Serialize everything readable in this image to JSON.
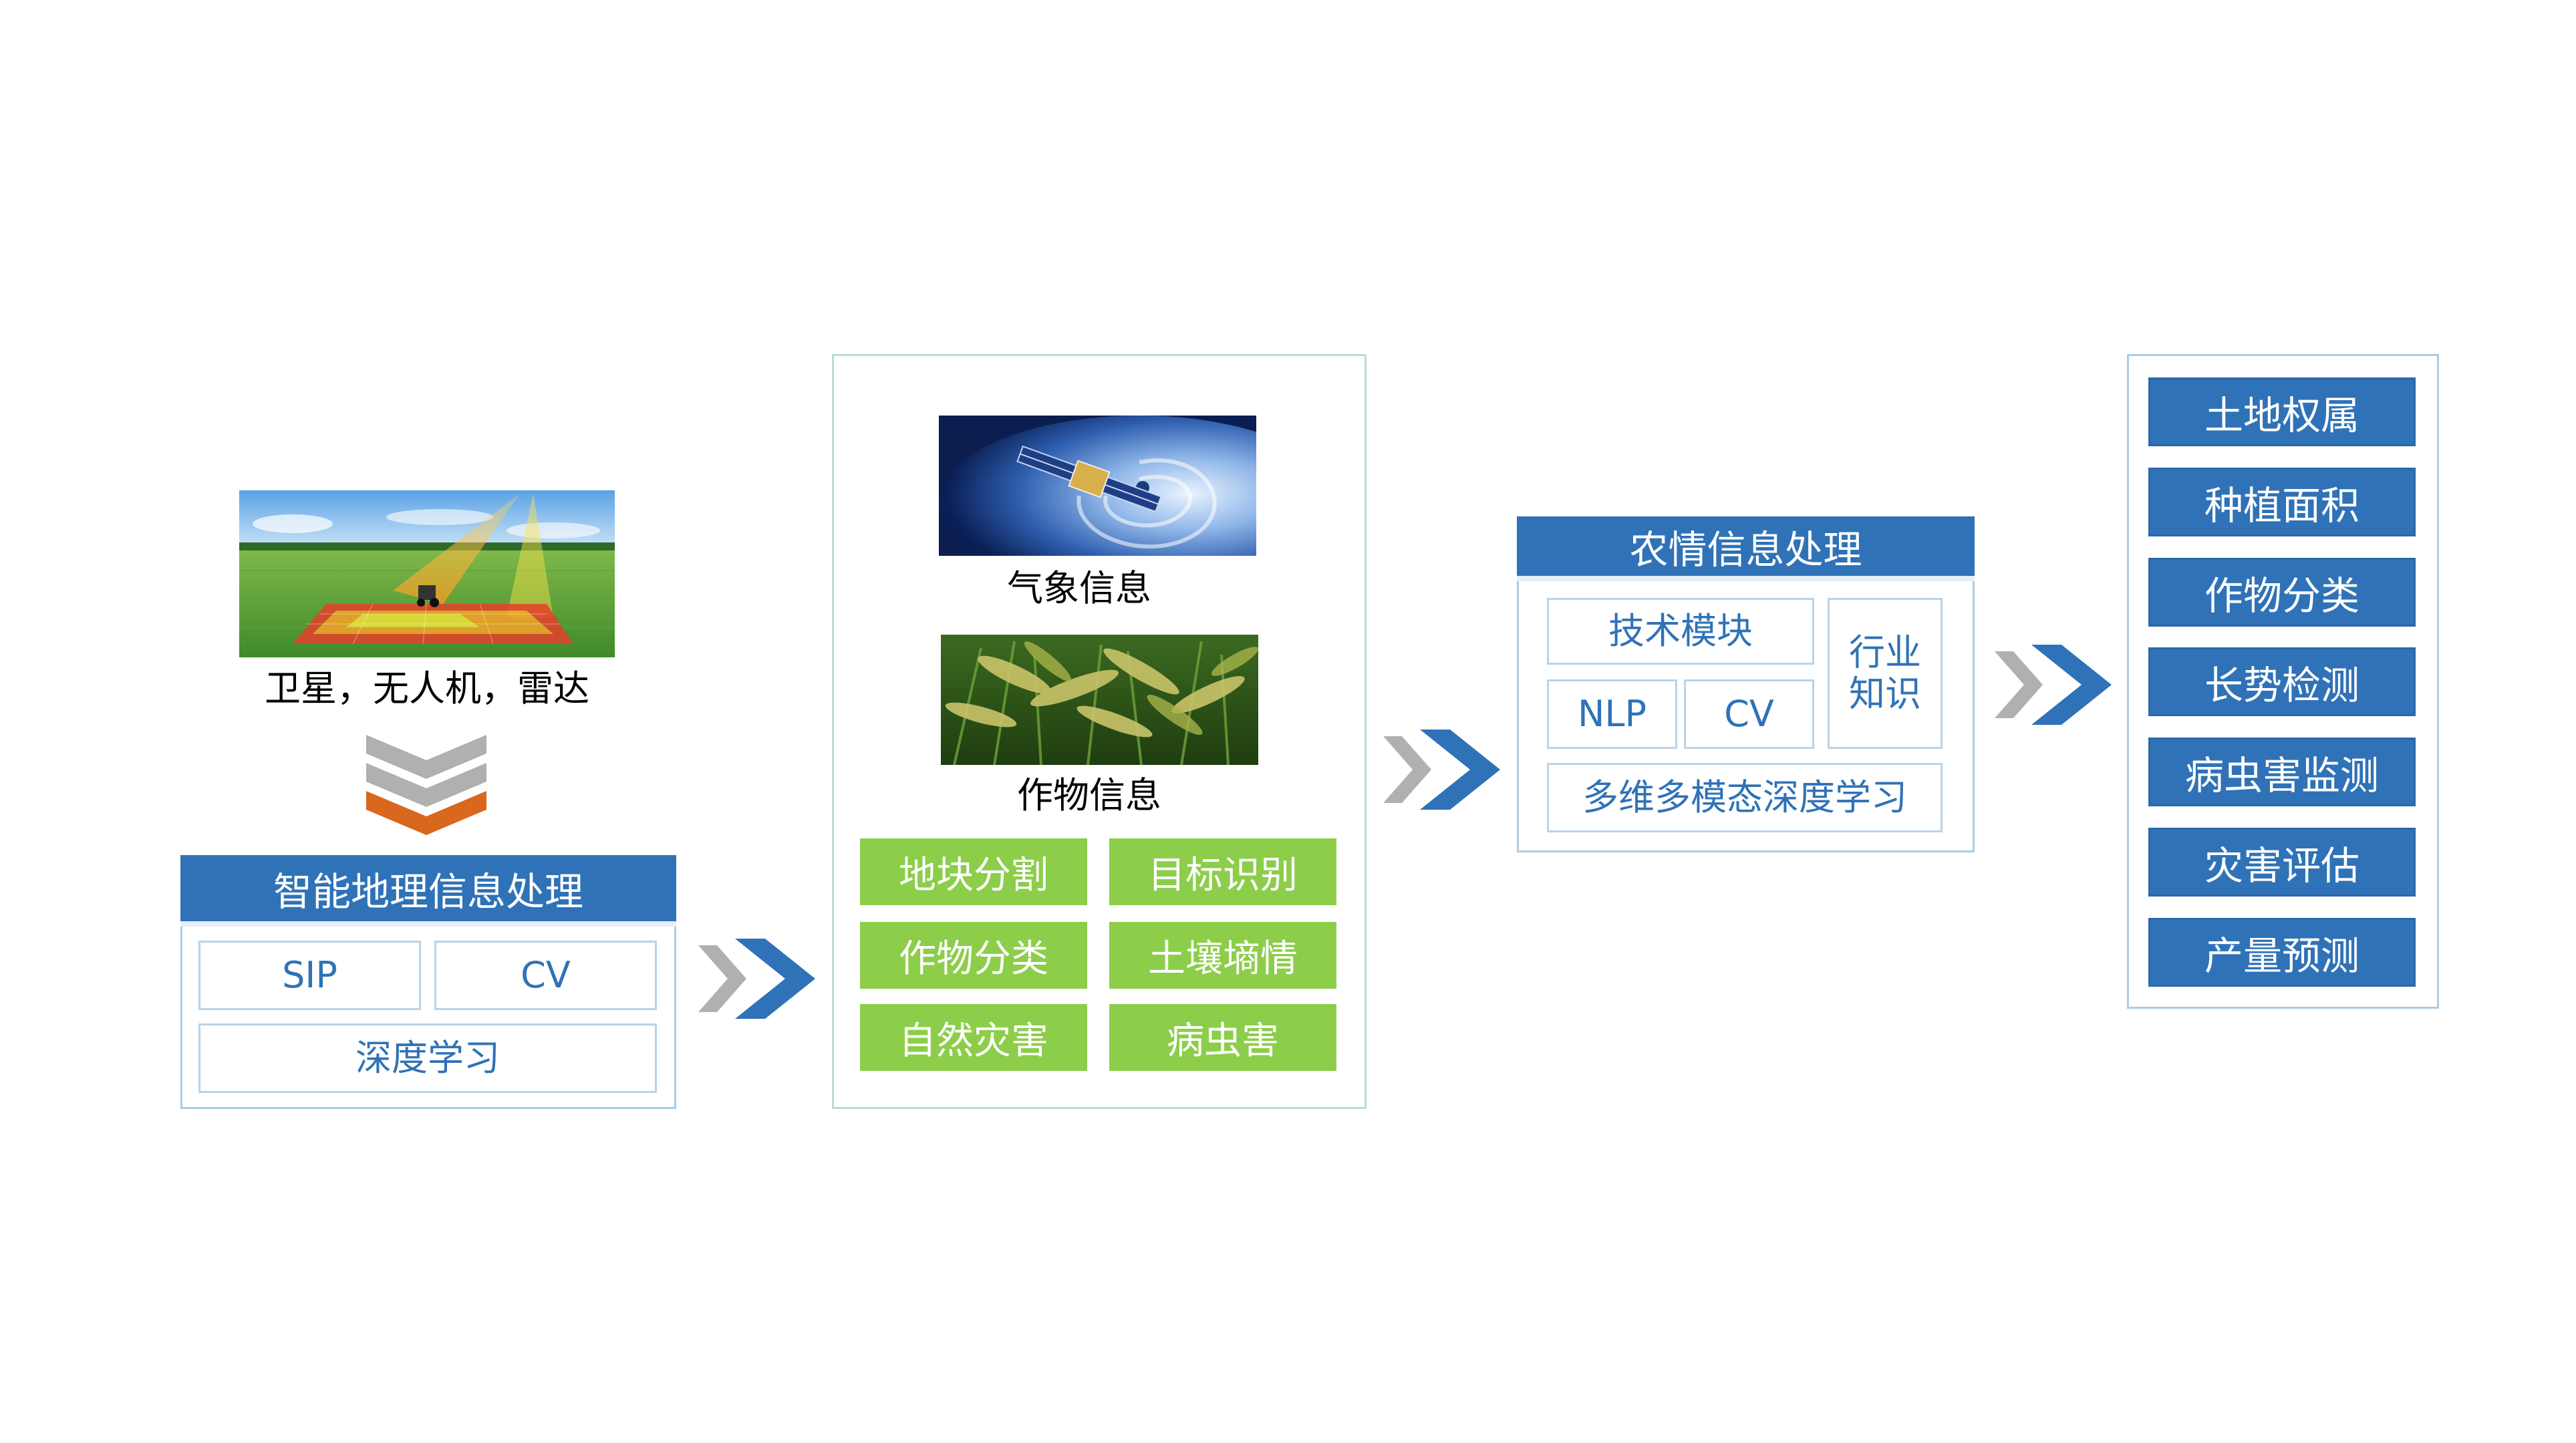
{
  "sources": {
    "caption": "卫星，无人机，雷达"
  },
  "geo_processing": {
    "title": "智能地理信息处理",
    "cells": [
      "SIP",
      "CV"
    ],
    "bottom": "深度学习"
  },
  "info_panel": {
    "weather_caption": "气象信息",
    "crop_caption": "作物信息",
    "tags": [
      "地块分割",
      "目标识别",
      "作物分类",
      "土壤墒情",
      "自然灾害",
      "病虫害"
    ]
  },
  "agri_processing": {
    "title": "农情信息处理",
    "module": "技术模块",
    "knowledge_line1": "行业",
    "knowledge_line2": "知识",
    "nlp": "NLP",
    "cv": "CV",
    "bottom": "多维多模态深度学习"
  },
  "applications": {
    "items": [
      "土地权属",
      "种植面积",
      "作物分类",
      "长势检测",
      "病虫害监测",
      "灾害评估",
      "产量预测"
    ]
  },
  "colors": {
    "primary_blue": "#2f72b7",
    "green_tag": "#8ccd4a",
    "border_light_blue": "#a9cde6",
    "arrow_gray": "#b0b0b0",
    "arrow_orange": "#d9671e"
  }
}
